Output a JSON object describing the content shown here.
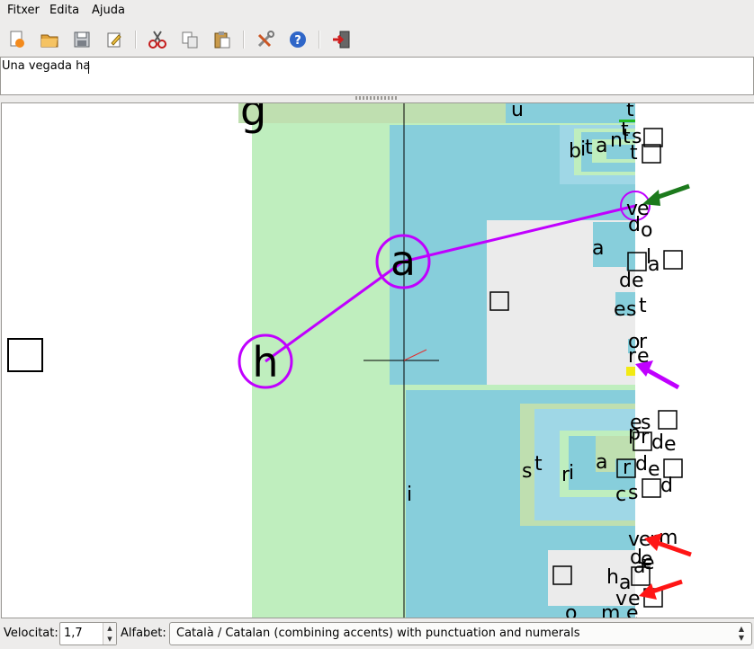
{
  "menu": {
    "file": "Fitxer",
    "edit": "Edita",
    "help": "Ajuda"
  },
  "toolbar": {
    "icons": [
      "new-icon",
      "open-icon",
      "save-icon",
      "edit-icon",
      "cut-icon",
      "copy-icon",
      "paste-icon",
      "preferences-icon",
      "help-icon",
      "exit-icon"
    ]
  },
  "editor": {
    "text": "Una vegada ha"
  },
  "canvas": {
    "big_letters": [
      "g",
      "a",
      "h",
      "i"
    ],
    "letters": [
      "u",
      "t",
      "t",
      "b",
      "i",
      "t",
      "a",
      "n",
      "t",
      "s",
      "t",
      "v",
      "e",
      "d",
      "o",
      "a",
      "l",
      "a",
      "d",
      "e",
      "e",
      "s",
      "t",
      "o",
      "r",
      "r",
      "e",
      "e",
      "s",
      "p",
      "r",
      "d",
      "e",
      "s",
      "t",
      "r",
      "i",
      "a",
      "r",
      "d",
      "e",
      "c",
      "s",
      "d",
      "v",
      "e",
      "r",
      "m",
      "d",
      "e",
      "a",
      "e",
      "h",
      "a",
      "v",
      "e",
      "o",
      "m",
      "e"
    ]
  },
  "status": {
    "speed_label": "Velocitat:",
    "speed_value": "1,7",
    "alphabet_label": "Alfabet:",
    "alphabet_value": "Català / Catalan (combining accents) with punctuation and numerals"
  },
  "colors": {
    "green": "#bfeebe",
    "blue": "#87cedb",
    "light_blue": "#9fd7e6",
    "gray": "#ebebeb",
    "path": "#c000ff",
    "red_arrow": "#ff1515",
    "green_arrow": "#1c7a1c"
  }
}
